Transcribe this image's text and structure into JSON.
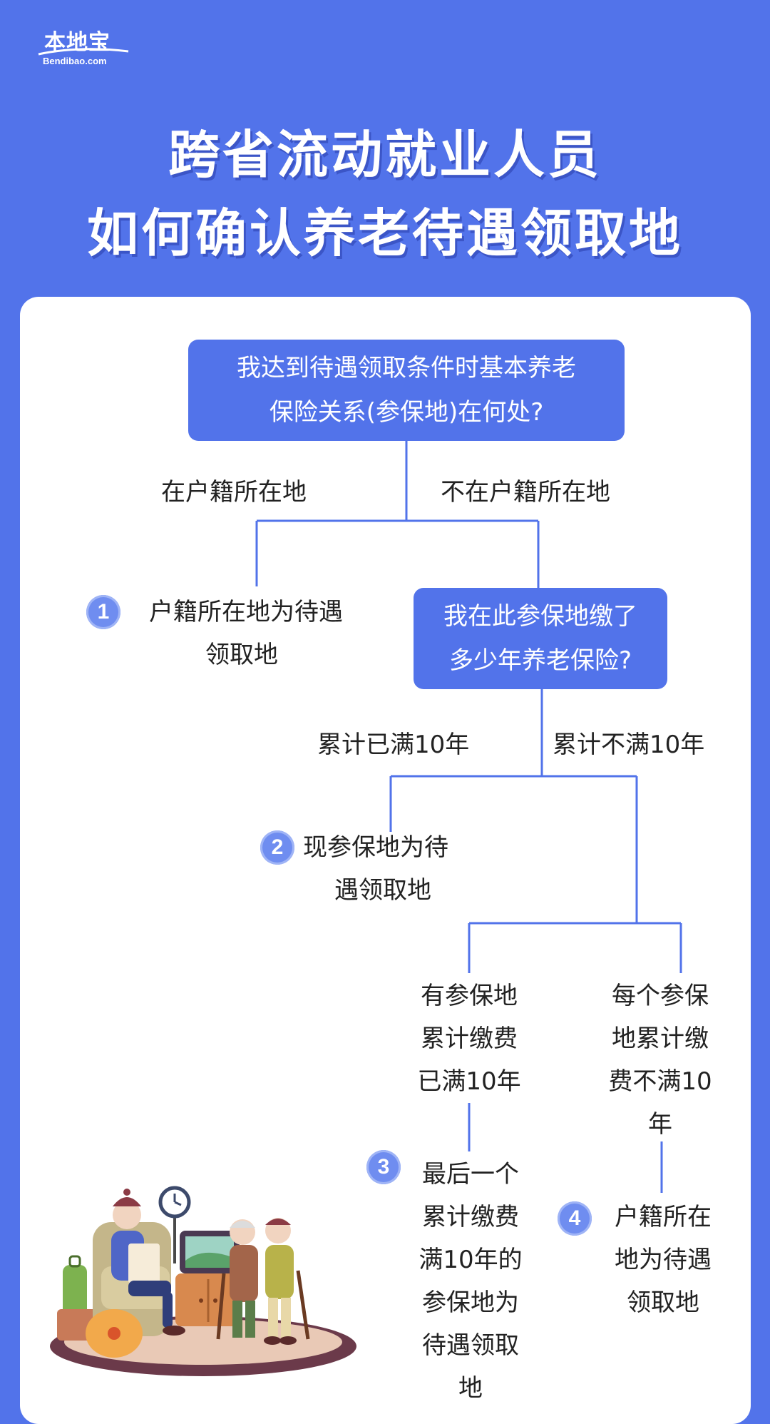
{
  "brand": {
    "logo_text": "本地宝",
    "logo_sub": "Bendibao.com"
  },
  "title": {
    "line1": "跨省流动就业人员",
    "line2": "如何确认养老待遇领取地"
  },
  "flow": {
    "q1": {
      "line1": "我达到待遇领取条件时基本养老",
      "line2": "保险关系(参保地)在何处?"
    },
    "q1_yes": "在户籍所在地",
    "q1_no": "不在户籍所在地",
    "r1": {
      "num": "1",
      "line1": "户籍所在地为待遇",
      "line2": "领取地"
    },
    "q2": {
      "line1": "我在此参保地缴了",
      "line2": "多少年养老保险?"
    },
    "q2_yes": "累计已满10年",
    "q2_no": "累计不满10年",
    "r2": {
      "num": "2",
      "line1": "现参保地为待",
      "line2": "遇领取地"
    },
    "c3": {
      "line1": "有参保地",
      "line2": "累计缴费",
      "line3": "已满10年"
    },
    "c4": {
      "line1": "每个参保",
      "line2": "地累计缴",
      "line3": "费不满10",
      "line4": "年"
    },
    "r3": {
      "num": "3",
      "line1": "最后一个",
      "line2": "累计缴费",
      "line3": "满10年的",
      "line4": "参保地为",
      "line5": "待遇领取",
      "line6": "地"
    },
    "r4": {
      "num": "4",
      "line1": "户籍所在",
      "line2": "地为待遇",
      "line3": "领取地"
    }
  },
  "colors": {
    "primary": "#5273ea",
    "line": "#5273ea",
    "text": "#222222",
    "card": "#ffffff"
  }
}
